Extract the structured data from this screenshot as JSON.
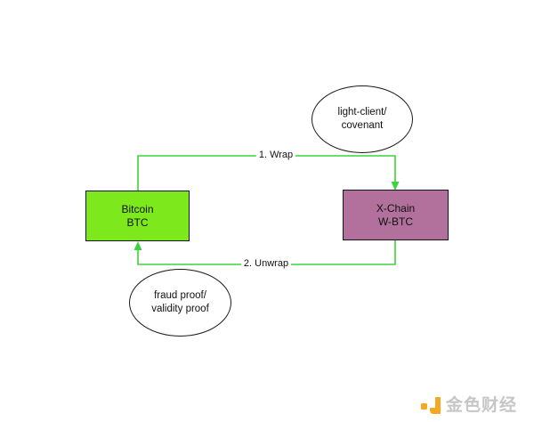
{
  "diagram": {
    "nodes": {
      "bitcoin": {
        "line1": "Bitcoin",
        "line2": "BTC",
        "fill": "#7de81c",
        "shape": "rectangle"
      },
      "xchain": {
        "line1": "X-Chain",
        "line2": "W-BTC",
        "fill": "#b2709c",
        "shape": "rectangle"
      },
      "light_client": {
        "line1": "light-client/",
        "line2": "covenant",
        "fill": "#ffffff",
        "shape": "ellipse"
      },
      "fraud_proof": {
        "line1": "fraud proof/",
        "line2": "validity proof",
        "fill": "#ffffff",
        "shape": "ellipse"
      }
    },
    "edges": {
      "wrap": {
        "label": "1. Wrap",
        "from": "bitcoin",
        "to": "xchain",
        "color": "#3bd43b"
      },
      "unwrap": {
        "label": "2. Unwrap",
        "from": "xchain",
        "to": "bitcoin",
        "color": "#3bd43b"
      }
    },
    "border_color": "#161616"
  },
  "watermark": {
    "text": "金色财经",
    "text_color": "#c6c6c6",
    "logo_color": "#f7a823"
  }
}
